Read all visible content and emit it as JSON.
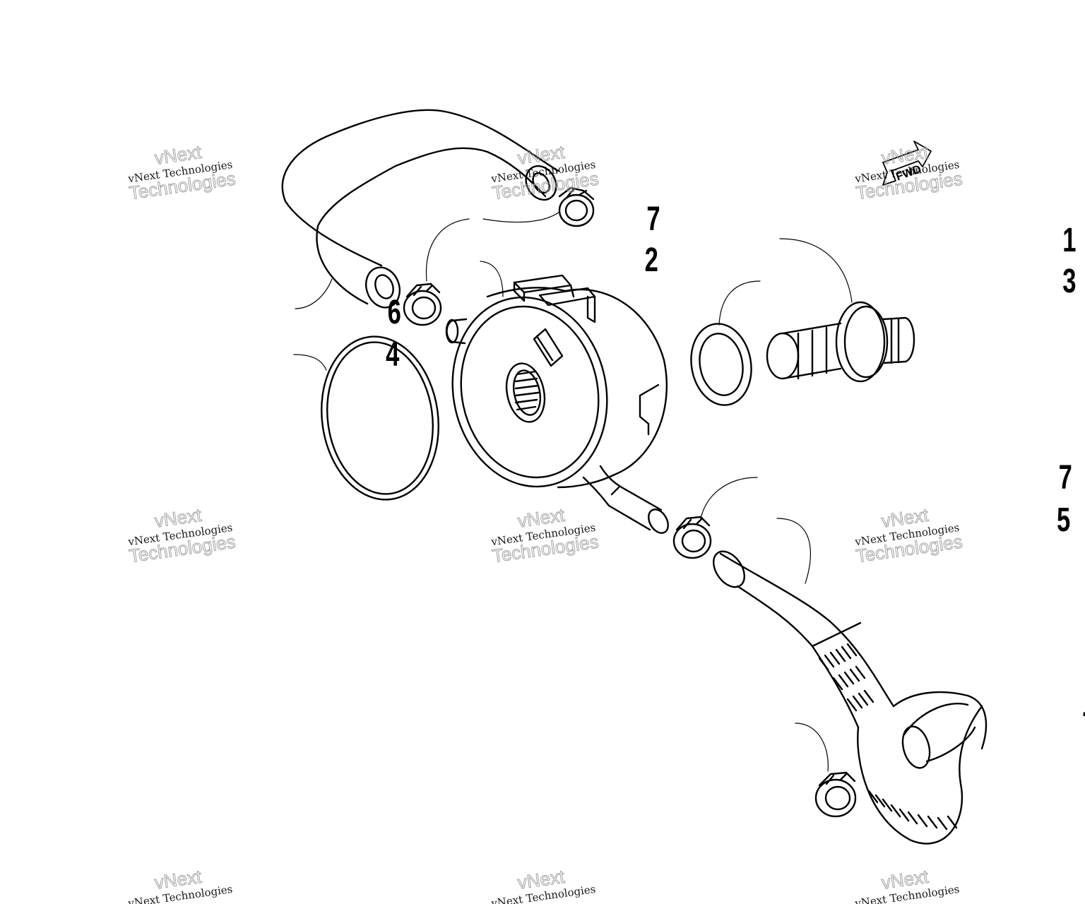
{
  "watermark": {
    "line1": "vNext Technologies",
    "line2_top": "vNext",
    "line2_bottom": "Technologies"
  },
  "callouts": [
    "1",
    "2",
    "3",
    "4",
    "5",
    "6",
    "7"
  ],
  "fwd_label": "FWD",
  "colors": {
    "ink": "#000000",
    "watermark_outline": "#9a9a9a",
    "background": "#ffffff"
  }
}
